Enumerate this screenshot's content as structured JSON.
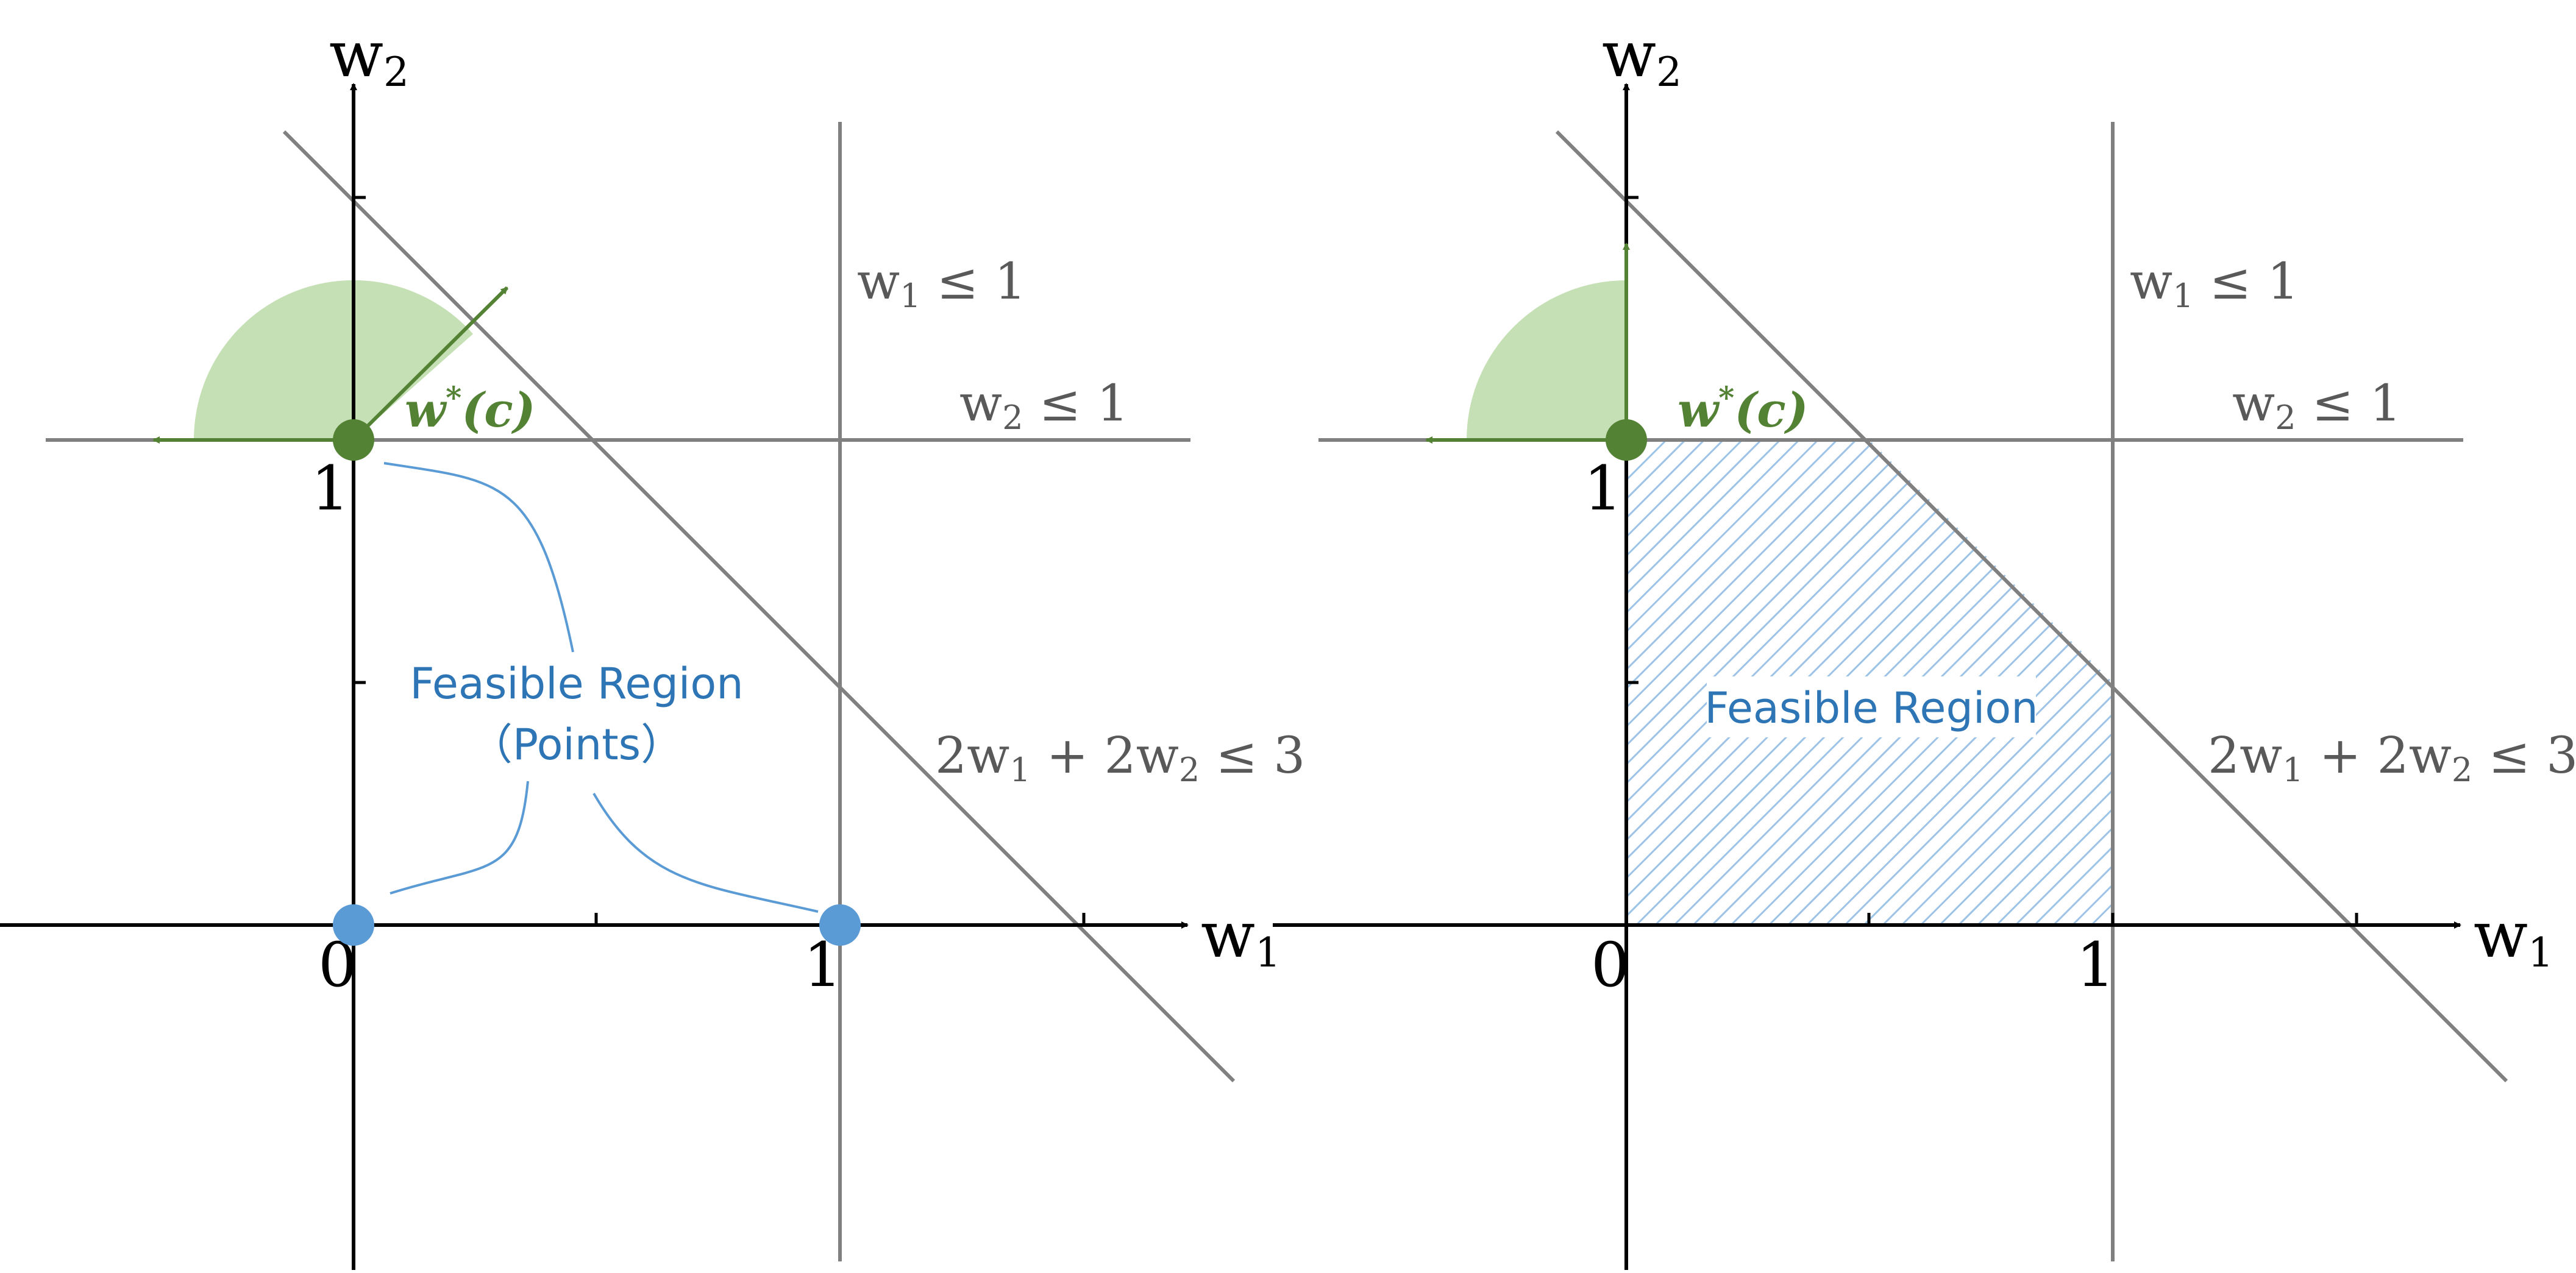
{
  "panels": [
    {
      "id": "left",
      "x_axis_label": "w",
      "x_axis_sub": "1",
      "y_axis_label": "w",
      "y_axis_sub": "2",
      "tick_labels": {
        "origin": "0",
        "x_one": "1",
        "y_one": "1"
      },
      "constraints": {
        "w1": {
          "var": "w",
          "sub": "1",
          "rel": " ≤ 1"
        },
        "w2": {
          "var": "w",
          "sub": "2",
          "rel": " ≤ 1"
        },
        "sum": {
          "a": "2w",
          "a_sub": "1",
          "mid": " + 2w",
          "b_sub": "2",
          "rel": " ≤ 3"
        }
      },
      "optimum_label": {
        "w": "w",
        "sup": "*",
        "arg": "(c)"
      },
      "region_label_lines": [
        "Feasible Region",
        "（Points）"
      ],
      "region_type": "integer points",
      "feasible_points": [
        [
          0,
          0
        ],
        [
          1,
          0
        ],
        [
          0,
          1
        ]
      ],
      "optimal_point": [
        0,
        1
      ]
    },
    {
      "id": "right",
      "x_axis_label": "w",
      "x_axis_sub": "1",
      "y_axis_label": "w",
      "y_axis_sub": "2",
      "tick_labels": {
        "origin": "0",
        "x_one": "1",
        "y_one": "1"
      },
      "constraints": {
        "w1": {
          "var": "w",
          "sub": "1",
          "rel": " ≤ 1"
        },
        "w2": {
          "var": "w",
          "sub": "2",
          "rel": " ≤ 1"
        },
        "sum": {
          "a": "2w",
          "a_sub": "1",
          "mid": " + 2w",
          "b_sub": "2",
          "rel": " ≤ 3"
        }
      },
      "optimum_label": {
        "w": "w",
        "sup": "*",
        "arg": "(c)"
      },
      "region_label_lines": [
        "Feasible Region"
      ],
      "region_type": "polytope",
      "feasible_polygon": [
        [
          0,
          0
        ],
        [
          1,
          0
        ],
        [
          1,
          0.5
        ],
        [
          0.5,
          1
        ],
        [
          0,
          1
        ]
      ],
      "optimal_point": [
        0,
        1
      ]
    }
  ],
  "colors": {
    "axis": "#000000",
    "constraint_line": "#808080",
    "constraint_text": "#595959",
    "optimum": "#548235",
    "cone_fill": "#c5e0b4",
    "feasible_point": "#5b9bd5",
    "feasible_text": "#2e75b6",
    "hatch": "#9dc3e6"
  }
}
